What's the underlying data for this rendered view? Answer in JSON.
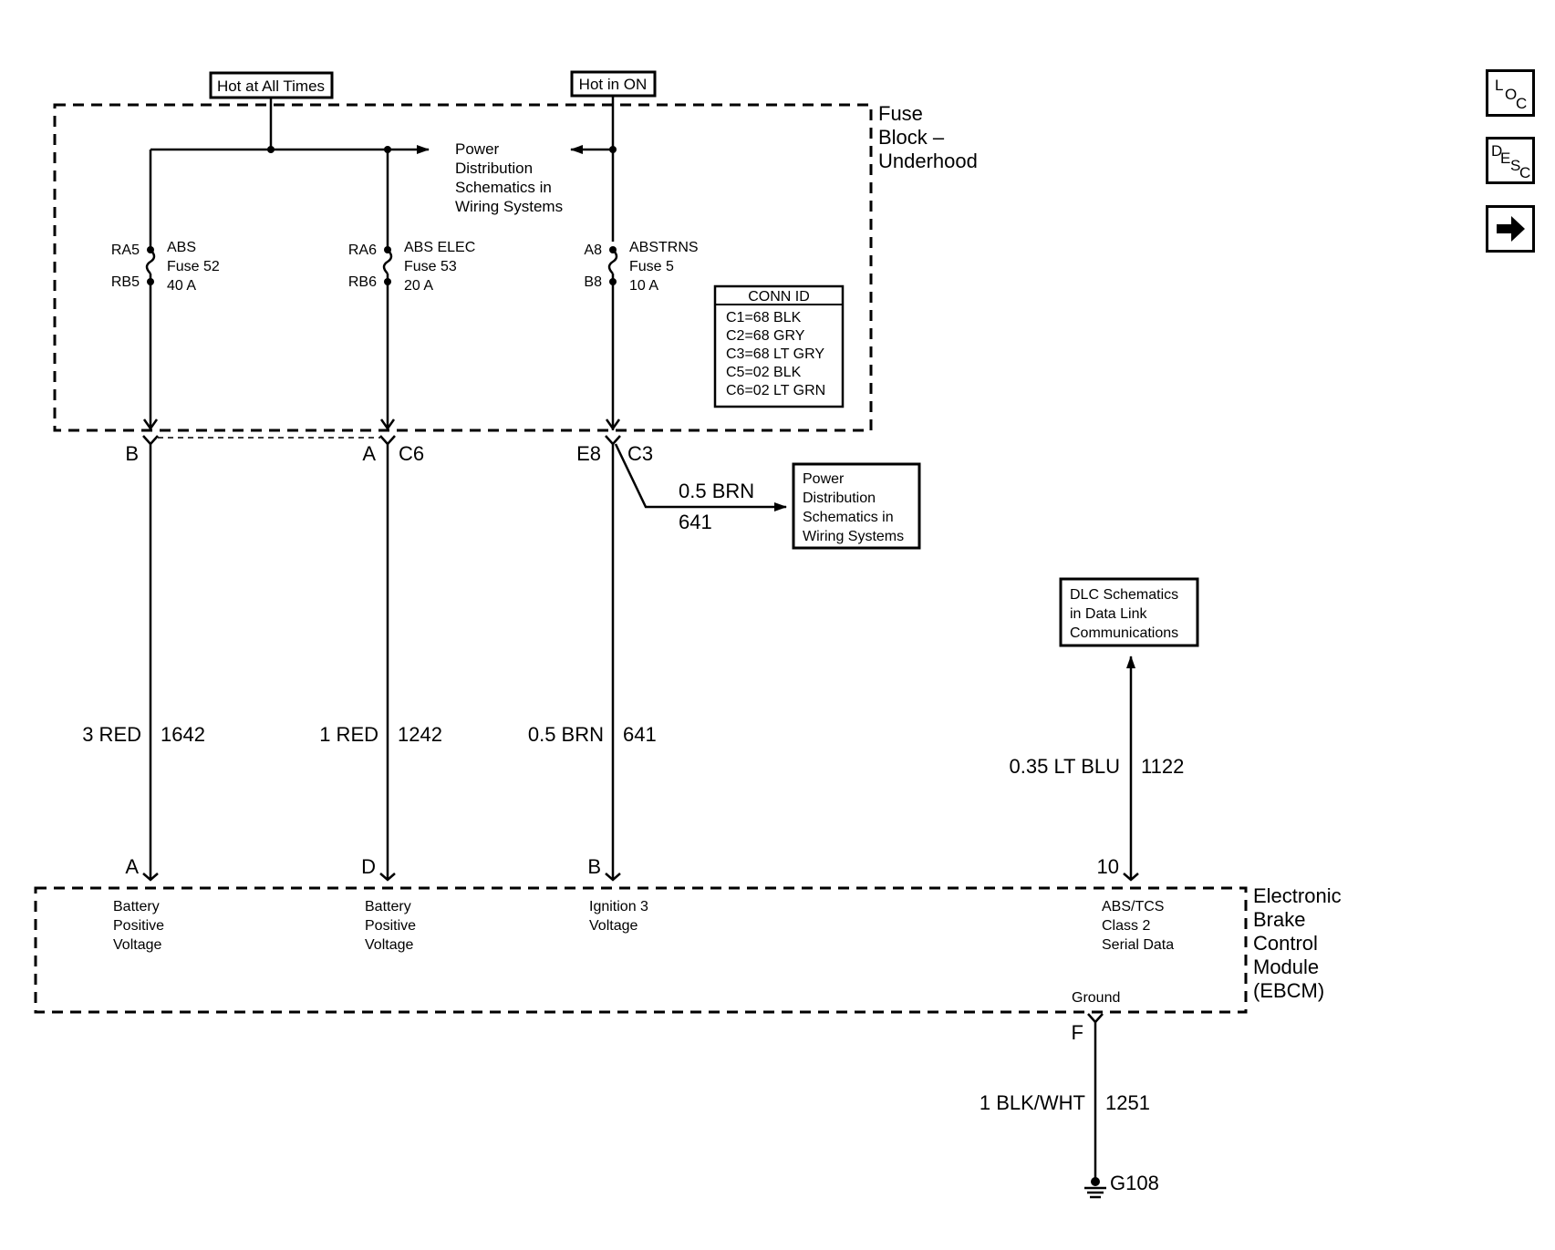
{
  "labels": {
    "hot_at_all_times": "Hot at All Times",
    "hot_in_on": "Hot in ON"
  },
  "fuse_block": {
    "name_line1": "Fuse",
    "name_line2": "Block –",
    "name_line3": "Underhood",
    "power_ref": [
      "Power",
      "Distribution",
      "Schematics in",
      "Wiring Systems"
    ],
    "fuses": [
      {
        "top_pin": "RA5",
        "bottom_pin": "RB5",
        "name": "ABS",
        "fuse": "Fuse 52",
        "rating": "40 A"
      },
      {
        "top_pin": "RA6",
        "bottom_pin": "RB6",
        "name": "ABS ELEC",
        "fuse": "Fuse 53",
        "rating": "20 A"
      },
      {
        "top_pin": "A8",
        "bottom_pin": "B8",
        "name": "ABSTRNS",
        "fuse": "Fuse 5",
        "rating": "10 A"
      }
    ],
    "conn_id": {
      "title": "CONN ID",
      "rows": [
        "C1=68 BLK",
        "C2=68 GRY",
        "C3=68 LT GRY",
        "C5=02 BLK",
        "C6=02 LT GRN"
      ]
    }
  },
  "connectors": {
    "c6_pin_b": "B",
    "c6_pin_a": "A",
    "c6_name": "C6",
    "c3_pin": "E8",
    "c3_name": "C3"
  },
  "branch": {
    "wire": "0.5 BRN",
    "circuit": "641",
    "ref": [
      "Power",
      "Distribution",
      "Schematics in",
      "Wiring Systems"
    ]
  },
  "dlc_ref": [
    "DLC Schematics",
    "in Data Link",
    "Communications"
  ],
  "wires": [
    {
      "color": "3 RED",
      "circuit": "1642"
    },
    {
      "color": "1 RED",
      "circuit": "1242"
    },
    {
      "color": "0.5 BRN",
      "circuit": "641"
    },
    {
      "color": "0.35 LT BLU",
      "circuit": "1122"
    },
    {
      "color": "1 BLK/WHT",
      "circuit": "1251"
    }
  ],
  "ebcm": {
    "name": [
      "Electronic",
      "Brake",
      "Control",
      "Module",
      "(EBCM)"
    ],
    "pins": [
      {
        "pin": "A",
        "desc": [
          "Battery",
          "Positive",
          "Voltage"
        ]
      },
      {
        "pin": "D",
        "desc": [
          "Battery",
          "Positive",
          "Voltage"
        ]
      },
      {
        "pin": "B",
        "desc": [
          "Ignition 3",
          "Voltage"
        ]
      },
      {
        "pin": "10",
        "desc": [
          "ABS/TCS",
          "Class 2",
          "Serial Data"
        ]
      }
    ],
    "ground_label": "Ground",
    "ground_pin": "F"
  },
  "ground": {
    "name": "G108"
  },
  "nav": {
    "loc": [
      "L",
      "O",
      "C"
    ],
    "desc": [
      "D",
      "E",
      "S",
      "C"
    ],
    "next_icon": "arrow-right-icon"
  }
}
